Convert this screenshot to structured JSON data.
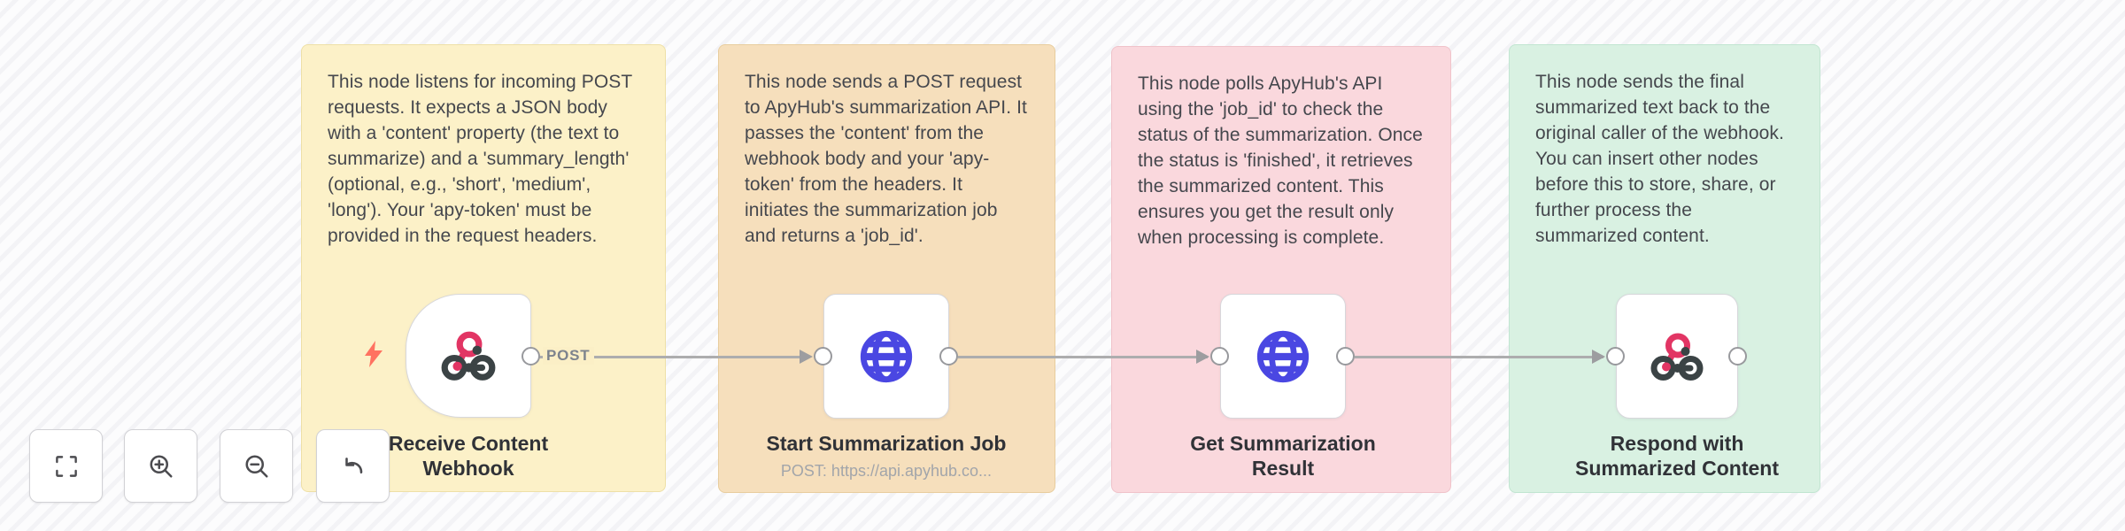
{
  "workflow": {
    "sticky_notes": [
      {
        "note": "This node listens for incoming POST requests. It expects a JSON body with a 'content' property (the text to summarize) and a 'summary_length' (optional, e.g., 'short', 'medium', 'long'). Your 'apy-token' must be provided in the request headers.",
        "bg": "#fcf1c8",
        "border": "#eee0a7"
      },
      {
        "note": "This node sends a POST request to ApyHub's summarization API. It passes the 'content' from the webhook body and your 'apy-token' from the headers. It initiates the summarization job and returns a 'job_id'.",
        "bg": "#f6dfbc",
        "border": "#e8cd9e"
      },
      {
        "note": "This node polls ApyHub's API using the 'job_id' to check the status of the summarization. Once the status is 'finished', it retrieves the summarized content. This ensures you get the result only when processing is complete.",
        "bg": "#fad8dd",
        "border": "#f0c3ca"
      },
      {
        "note": "This node sends the final summarized text back to the original caller of the webhook. You can insert other nodes before this to store, share, or further process the summarized content.",
        "bg": "#d9f1e2",
        "border": "#c1e5d1"
      }
    ],
    "nodes": [
      {
        "type": "webhook-trigger",
        "title_line1": "Receive Content",
        "title_line2": "Webhook",
        "output_label": "POST",
        "icon": "webhook-icon"
      },
      {
        "type": "http-request",
        "title_line1": "Start Summarization Job",
        "subtitle": "POST: https://api.apyhub.co...",
        "icon": "globe-icon"
      },
      {
        "type": "http-request",
        "title_line1": "Get Summarization",
        "title_line2": "Result",
        "icon": "globe-icon"
      },
      {
        "type": "respond-webhook",
        "title_line1": "Respond with",
        "title_line2": "Summarized Content",
        "icon": "webhook-icon"
      }
    ],
    "colors": {
      "webhook_pink": "#e23564",
      "webhook_dark": "#3b4345",
      "http_blue": "#4a47e2",
      "trigger_bolt_orange": "#ff7261",
      "wire_gray": "#adadae"
    },
    "controls": [
      {
        "icon": "fit-view-icon"
      },
      {
        "icon": "zoom-in-icon"
      },
      {
        "icon": "zoom-out-icon"
      },
      {
        "icon": "undo-icon"
      }
    ]
  }
}
